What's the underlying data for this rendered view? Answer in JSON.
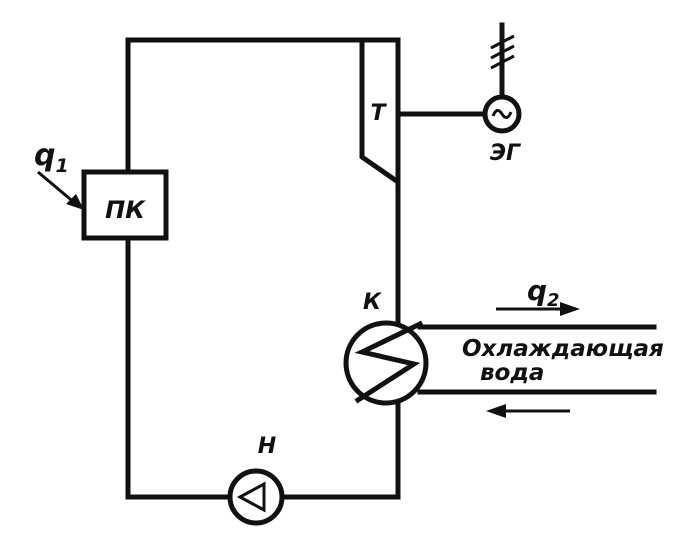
{
  "diagram": {
    "labels": {
      "heat_in": "q",
      "heat_in_sub": "1",
      "heat_out": "q",
      "heat_out_sub": "2",
      "boiler": "ПК",
      "turbine": "Т",
      "generator": "ЭГ",
      "condenser": "К",
      "pump": "Н",
      "cooling_water_line1": "Охлаждающая",
      "cooling_water_line2": "вода"
    }
  }
}
